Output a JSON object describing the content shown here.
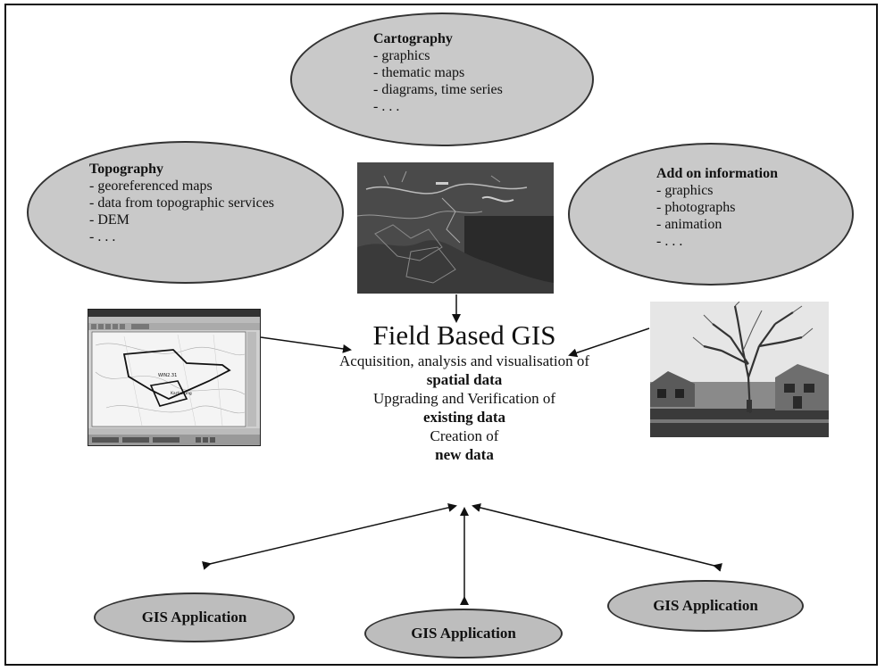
{
  "cartography": {
    "title": "Cartography",
    "items": [
      "- graphics",
      "- thematic maps",
      "- diagrams, time series",
      "- . . ."
    ]
  },
  "topography": {
    "title": "Topography",
    "items": [
      "- georeferenced maps",
      "- data from topographic services",
      "- DEM",
      "- . . ."
    ]
  },
  "add_on": {
    "title": "Add on information",
    "items": [
      "- graphics",
      "- photographs",
      "- animation",
      "- . . ."
    ]
  },
  "center": {
    "title": "Field Based GIS",
    "line1": "Acquisition, analysis and visualisation of",
    "line2": "spatial data",
    "line3": "Upgrading and Verification of",
    "line4": "existing data",
    "line5": "Creation of",
    "line6": "new data"
  },
  "apps": {
    "left": "GIS Application",
    "middle": "GIS Application",
    "right": "GIS Application"
  },
  "colors": {
    "ellipse_fill": "#c9c9c9",
    "app_fill": "#bdbdbd",
    "border": "#111111"
  }
}
